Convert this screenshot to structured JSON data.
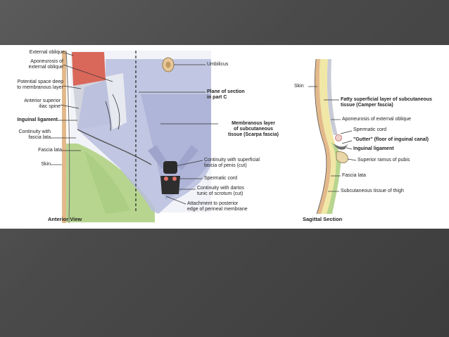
{
  "anterior": {
    "caption": "Anterior View",
    "labels": {
      "external_oblique": "External oblique",
      "aponeurosis": "Aponeurosis of\nexternal oblique",
      "potential_space": "Potential space deep\nto membranous layer",
      "asis": "Anterior superior\niliac spine",
      "inguinal_ligament": "Inguinal ligament",
      "continuity_fascia_lata": "Continuity with\nfascia lata",
      "fascia_lata": "Fascia lata",
      "skin": "Skin",
      "umbilicus": "Umbilicus",
      "plane_of_section": "Plane of section\nin part C",
      "membranous_layer": "Membranous layer\nof subcutaneous\ntissue (Scarpa fascia)",
      "continuity_penis": "Continuity with superficial\nfascia of penis (cut)",
      "spermatic_cord": "Spermatic cord",
      "continuity_dartos": "Continuity with dartos\ntunic of scrotum (cut)",
      "attachment_perineal": "Attachment to posterior\nedge of perineal membrane"
    }
  },
  "sagittal": {
    "caption": "Sagittal Section",
    "labels": {
      "skin": "Skin",
      "fatty_layer": "Fatty superficial layer of subcutaneous\ntissue (Camper fascia)",
      "aponeurosis": "Aponeurosis of external oblique",
      "spermatic_cord": "Spermatic cord",
      "gutter": "\"Gutter\" (floor of inguinal canal)",
      "inguinal_ligament": "Inguinal ligament",
      "superior_ramus": "Superior ramus of pubis",
      "fascia_lata": "Fascia lata",
      "subcutaneous_thigh": "Subcutaneous tissue of thigh"
    }
  },
  "colors": {
    "muscle": "#d9675a",
    "fascia": "#b9bede",
    "thigh": "#b7d58f",
    "fat": "#f1e7a6",
    "skin": "#e3b98b"
  }
}
